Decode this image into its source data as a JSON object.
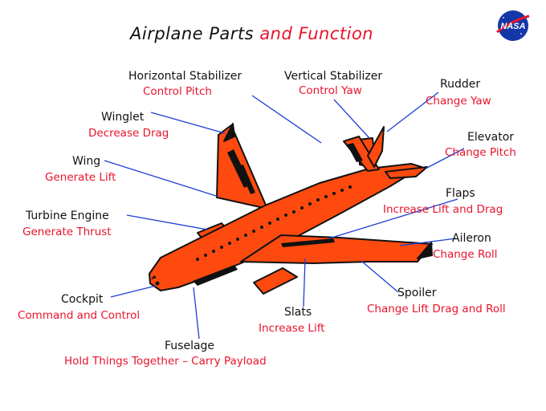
{
  "title": {
    "part1": "Airplane Parts",
    "part2": "and Function"
  },
  "logo": {
    "text": "NASA"
  },
  "labels": [
    {
      "id": "horizontal-stabilizer",
      "part": "Horizontal Stabilizer",
      "function": "Control Pitch"
    },
    {
      "id": "vertical-stabilizer",
      "part": "Vertical Stabilizer",
      "function": "Control Yaw"
    },
    {
      "id": "rudder",
      "part": "Rudder",
      "function": "Change Yaw"
    },
    {
      "id": "winglet",
      "part": "Winglet",
      "function": "Decrease Drag"
    },
    {
      "id": "elevator",
      "part": "Elevator",
      "function": "Change Pitch"
    },
    {
      "id": "wing",
      "part": "Wing",
      "function": "Generate Lift"
    },
    {
      "id": "flaps",
      "part": "Flaps",
      "function": "Increase Lift and Drag"
    },
    {
      "id": "turbine-engine",
      "part": "Turbine Engine",
      "function": "Generate Thrust"
    },
    {
      "id": "aileron",
      "part": "Aileron",
      "function": "Change Roll"
    },
    {
      "id": "spoiler",
      "part": "Spoiler",
      "function": "Change Lift Drag and Roll"
    },
    {
      "id": "cockpit",
      "part": "Cockpit",
      "function": "Command and Control"
    },
    {
      "id": "slats",
      "part": "Slats",
      "function": "Increase Lift"
    },
    {
      "id": "fuselage",
      "part": "Fuselage",
      "function": "Hold Things Together – Carry Payload"
    }
  ],
  "colors": {
    "body": "#ff4a0f",
    "outline": "#111111",
    "label_part": "#111111",
    "label_function": "#e8132b",
    "leader": "#1f3fd6",
    "logo_blue": "#1437a8"
  }
}
